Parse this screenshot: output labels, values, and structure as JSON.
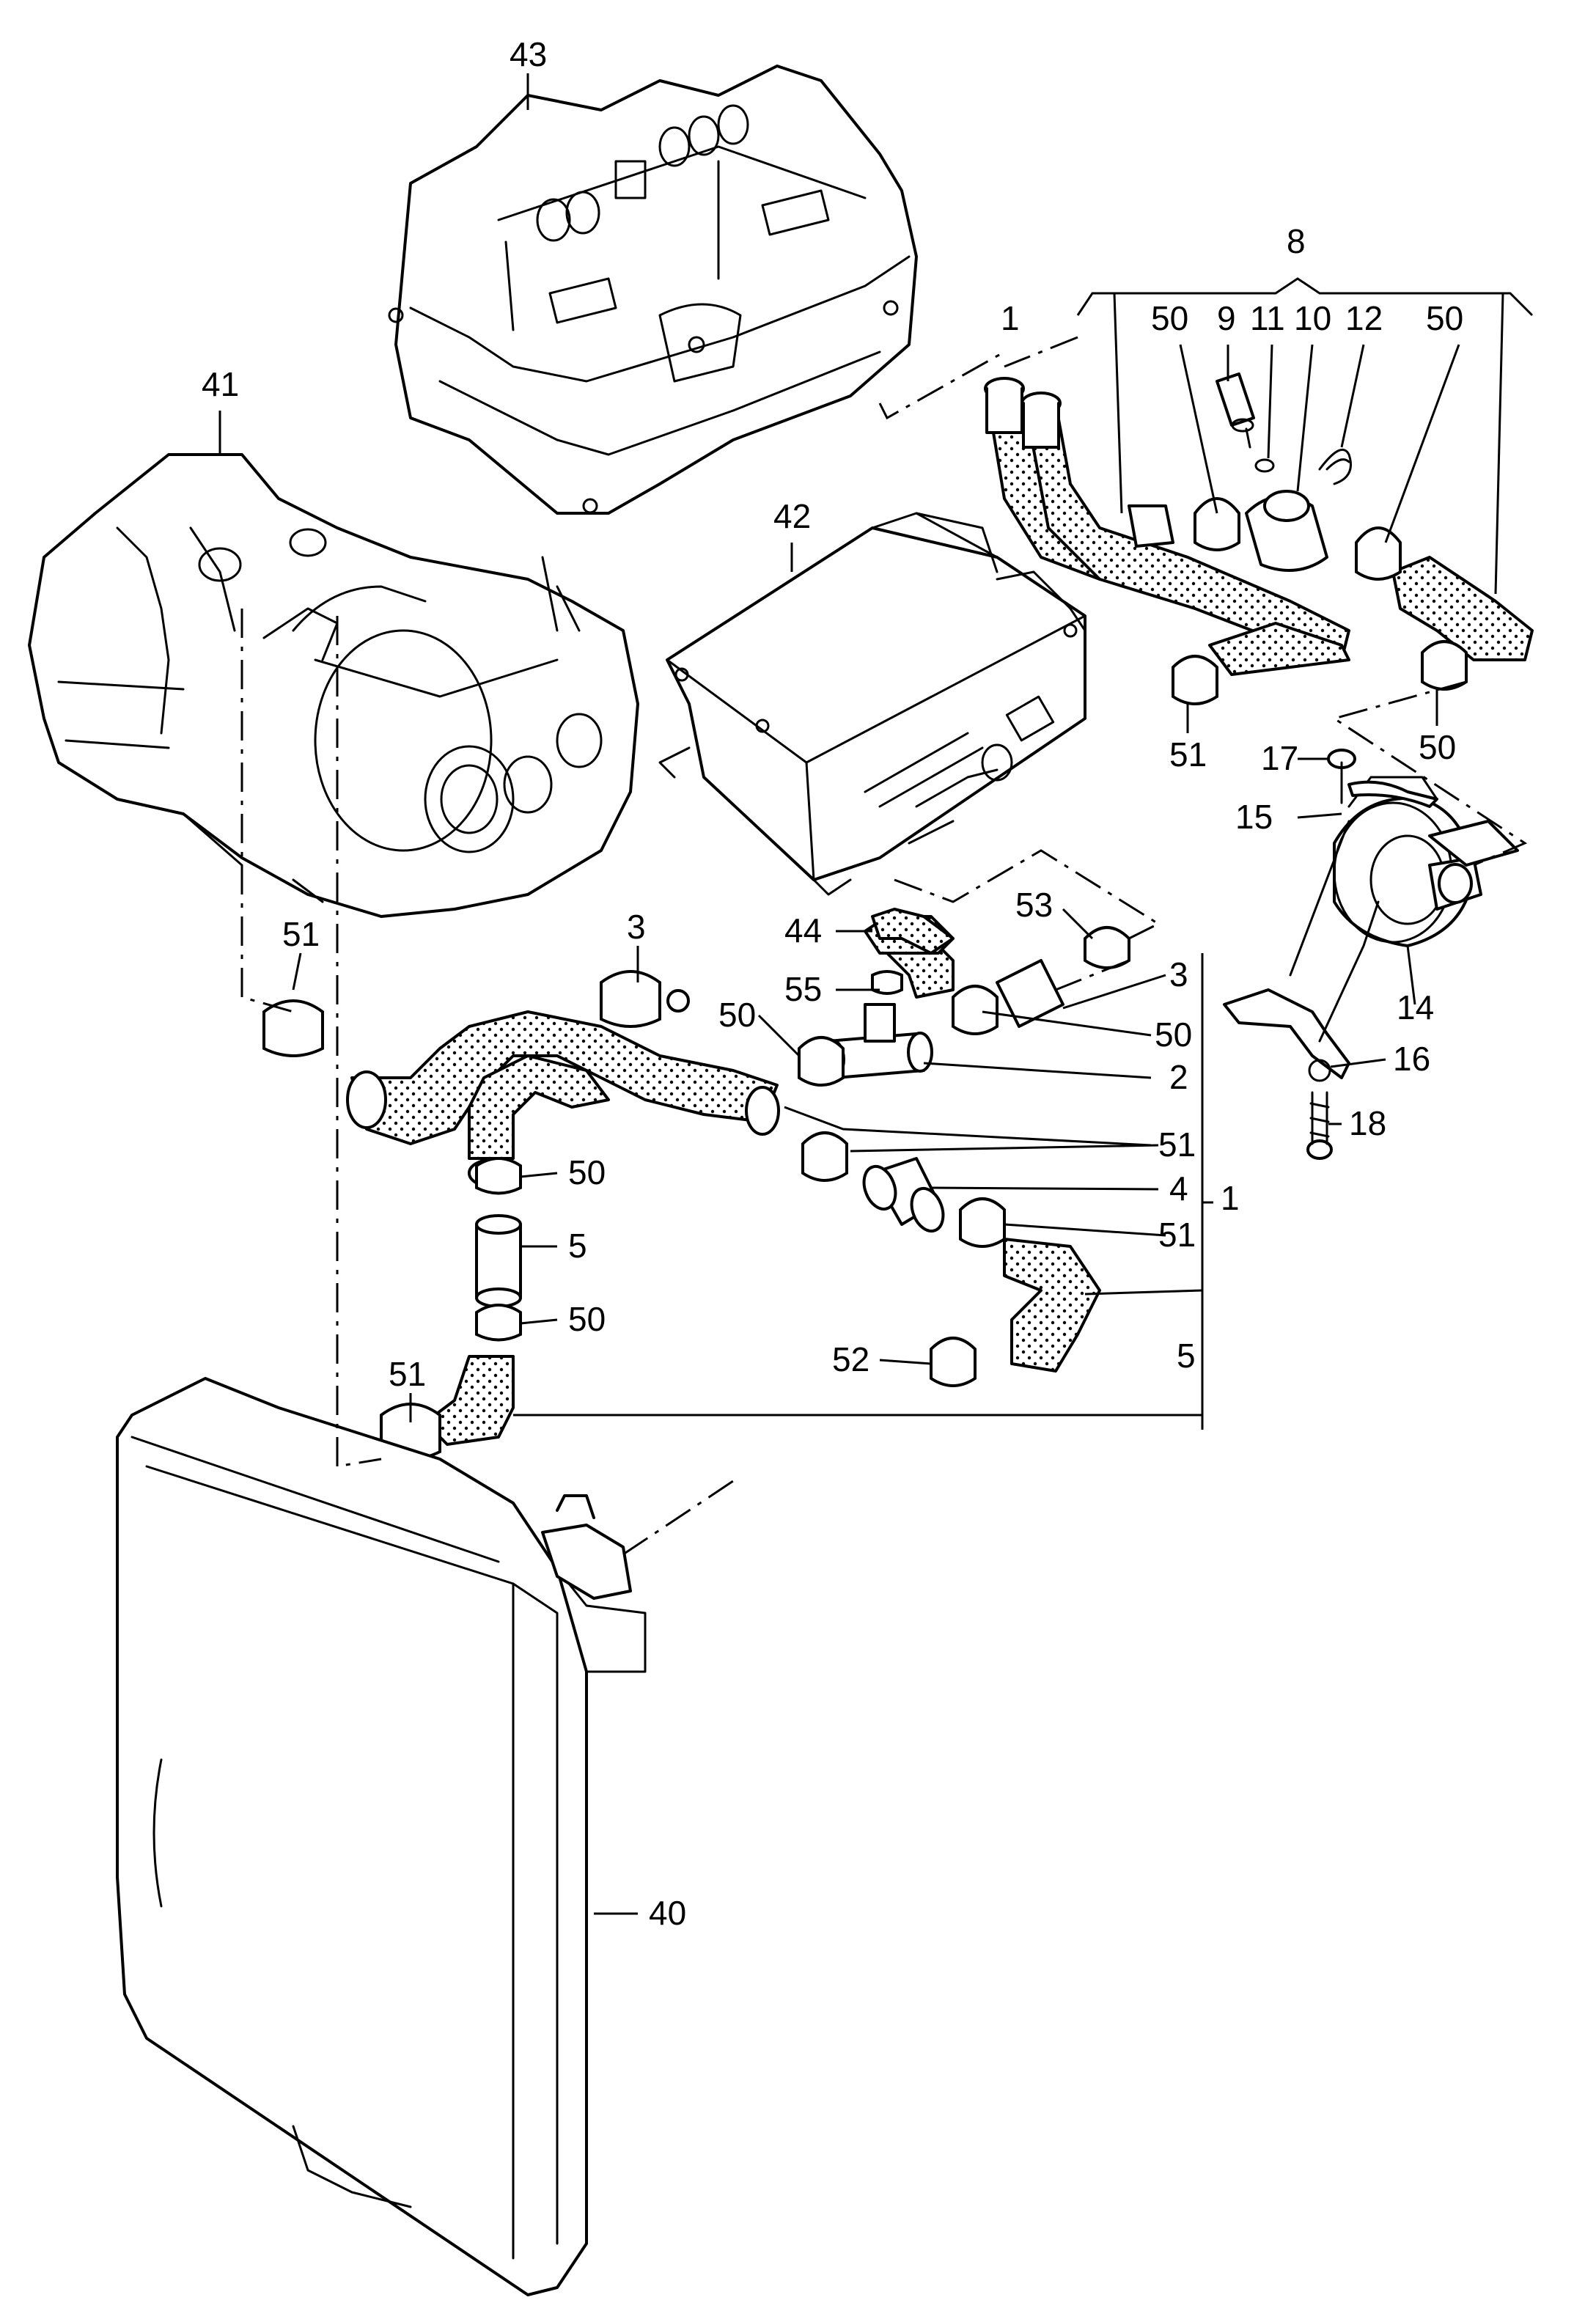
{
  "labels": {
    "p1a": "1",
    "p1b": "1",
    "p2": "2",
    "p3a": "3",
    "p3b": "3",
    "p4": "4",
    "p5a": "5",
    "p5b": "5",
    "p8": "8",
    "p9": "9",
    "p10": "10",
    "p11": "11",
    "p12": "12",
    "p14": "14",
    "p15": "15",
    "p16": "16",
    "p17": "17",
    "p18": "18",
    "p40": "40",
    "p41": "41",
    "p42": "42",
    "p43": "43",
    "p44": "44",
    "p50a": "50",
    "p50b": "50",
    "p50c": "50",
    "p50d": "50",
    "p50e": "50",
    "p50f": "50",
    "p50g": "50",
    "p51a": "51",
    "p51b": "51",
    "p51c": "51",
    "p51d": "51",
    "p51e": "51",
    "p52": "52",
    "p53": "53",
    "p55": "55"
  }
}
